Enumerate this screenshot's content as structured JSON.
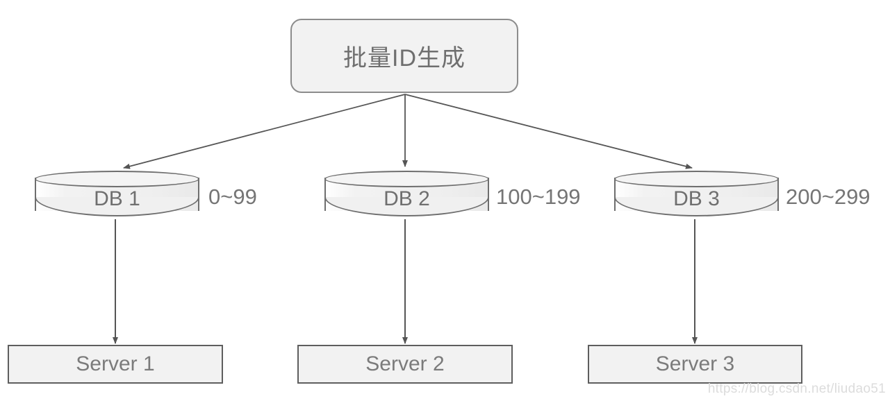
{
  "diagram": {
    "title_node": {
      "label": "批量ID生成"
    },
    "databases": [
      {
        "label": "DB 1",
        "range": "0~99"
      },
      {
        "label": "DB 2",
        "range": "100~199"
      },
      {
        "label": "DB 3",
        "range": "200~299"
      }
    ],
    "servers": [
      {
        "label": "Server 1"
      },
      {
        "label": "Server 2"
      },
      {
        "label": "Server 3"
      }
    ],
    "watermark": "https://blog.csdn.net/liudao51",
    "colors": {
      "node_fill": "#f2f2f2",
      "node_stroke": "#8c8c8c",
      "cylinder_stroke": "#6e6e6e",
      "server_stroke": "#5e5e5e",
      "text": "#6f6f6f",
      "edge": "#555555",
      "background": "#ffffff",
      "watermark": "#dcdcdc"
    }
  }
}
